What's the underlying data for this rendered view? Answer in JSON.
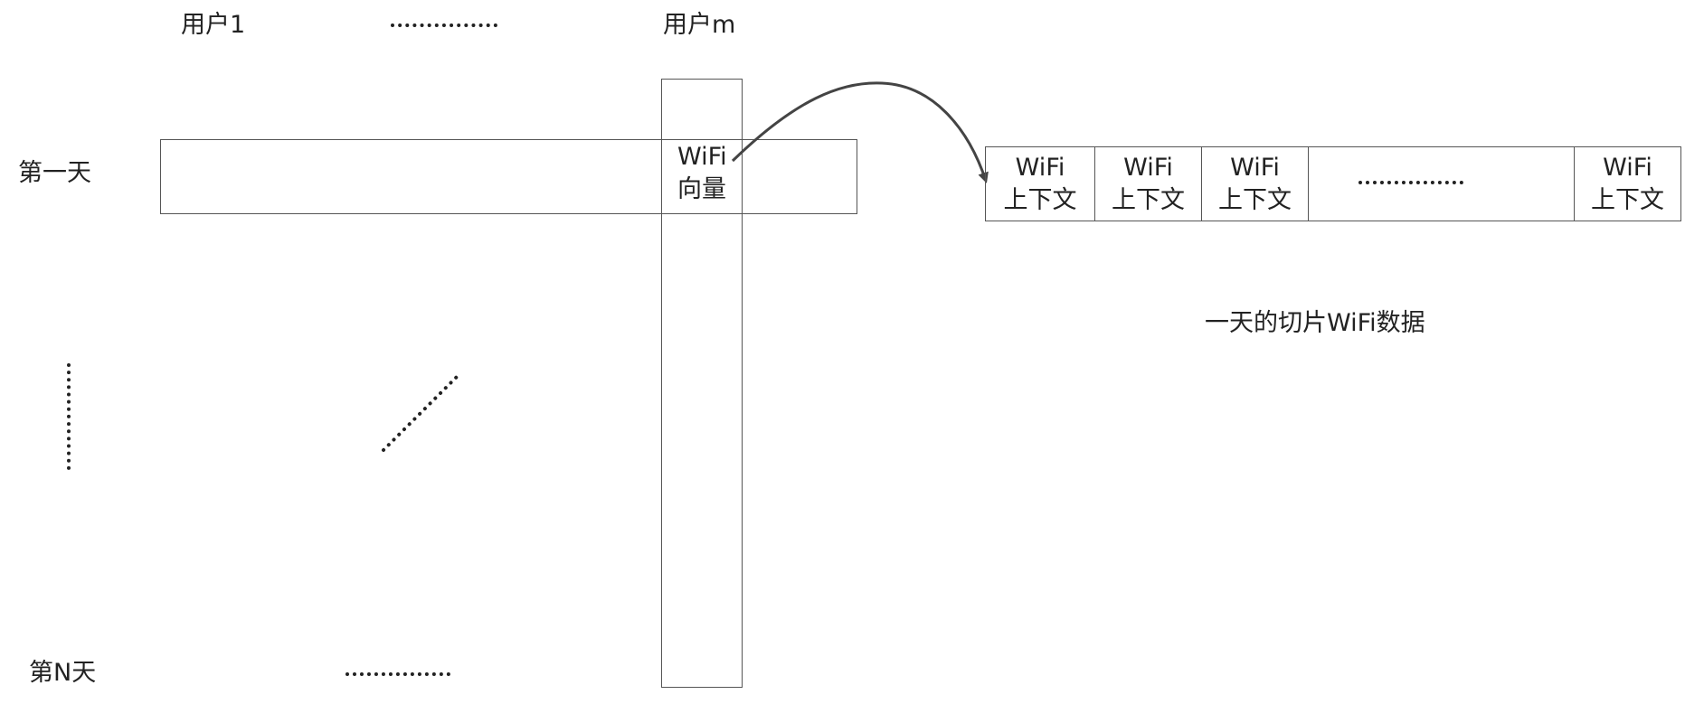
{
  "column_labels": {
    "first": "用户1",
    "last": "用户m"
  },
  "row_labels": {
    "first": "第一天",
    "last": "第N天"
  },
  "intersection": {
    "line1": "WiFi",
    "line2": "向量"
  },
  "slice_cells": [
    {
      "line1": "WiFi",
      "line2": "上下文"
    },
    {
      "line1": "WiFi",
      "line2": "上下文"
    },
    {
      "line1": "WiFi",
      "line2": "上下文"
    },
    {
      "line1": "WiFi",
      "line2": "上下文"
    }
  ],
  "slice_caption": "一天的切片WiFi数据",
  "colors": {
    "line": "#555555",
    "arrow": "#444444",
    "dots": "#222222"
  }
}
